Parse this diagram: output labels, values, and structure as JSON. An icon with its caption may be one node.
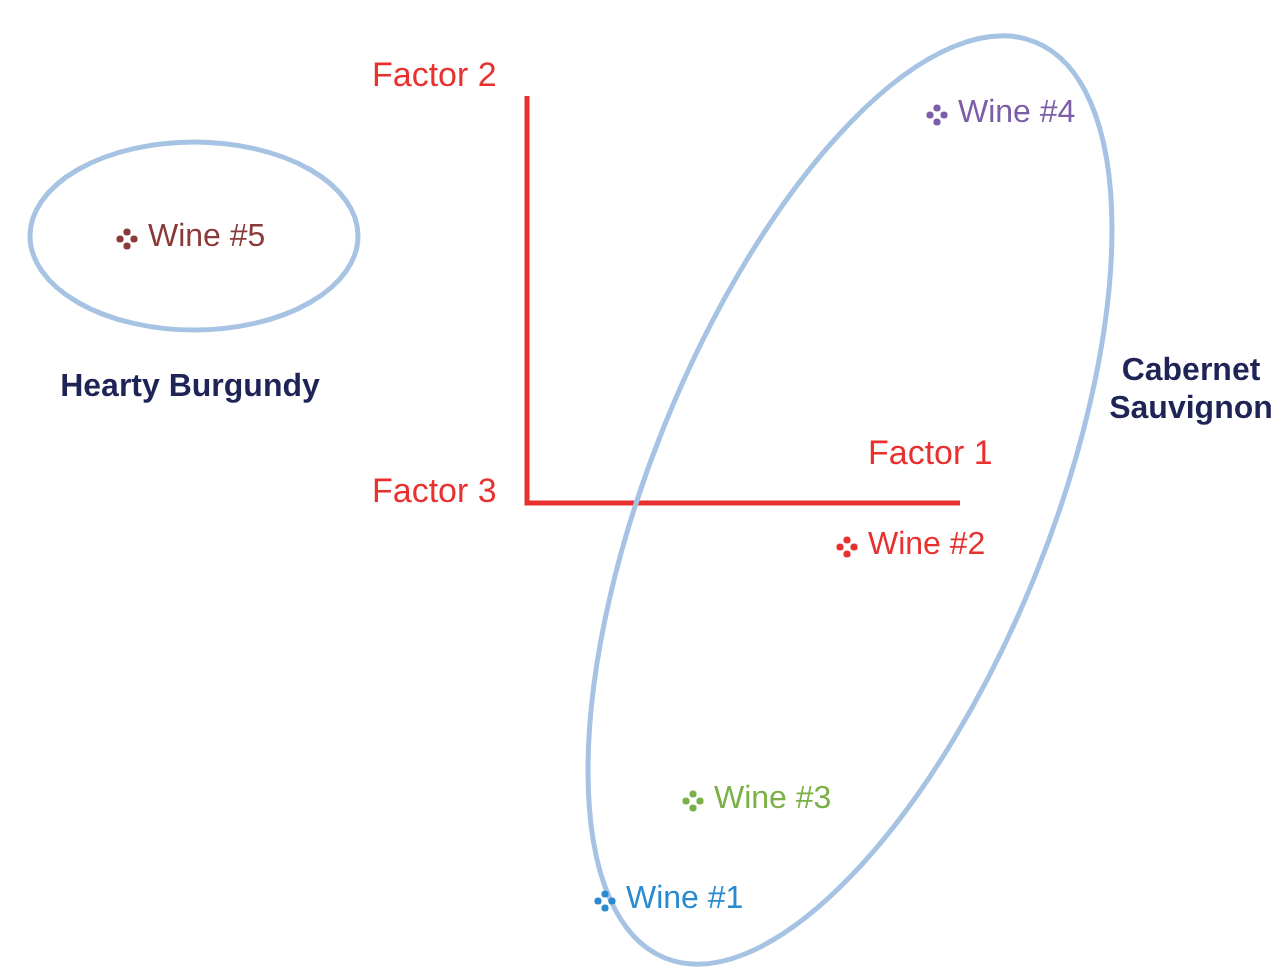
{
  "diagram": {
    "nodes": [
      {
        "text": [],
        "shape": "ellipse",
        "beside": [
          "Hearty Burgundy"
        ]
      },
      {
        "text": [
          "Wine #5"
        ],
        "in": 0
      },
      {
        "text": [],
        "shape": "ellipse",
        "beside": [
          "Cabernet Sauvignon"
        ]
      },
      {
        "text": [
          "Wine #4"
        ],
        "in": 2
      },
      {
        "text": [
          "Wine #2"
        ],
        "in": 2
      },
      {
        "text": [
          "Wine #3"
        ],
        "in": 2
      },
      {
        "text": [
          "Wine #1"
        ],
        "in": 2
      }
    ],
    "labels": [
      "Factor 2",
      "Factor 1",
      "Factor 3"
    ]
  }
}
